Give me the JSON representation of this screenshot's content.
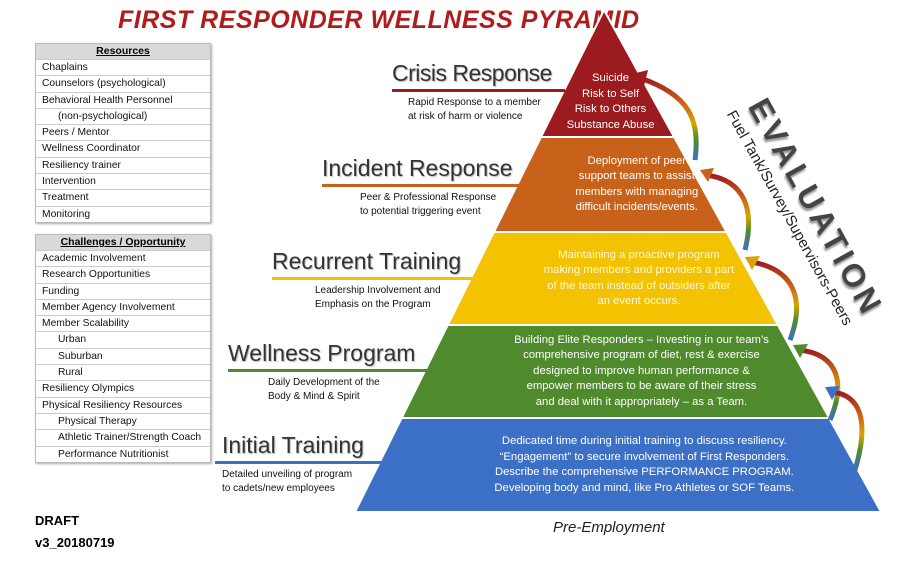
{
  "title": "FIRST RESPONDER WELLNESS PYRAMID",
  "resources": {
    "header": "Resources",
    "items": [
      {
        "label": "Chaplains",
        "indent": false
      },
      {
        "label": "Counselors (psychological)",
        "indent": false
      },
      {
        "label": "Behavioral Health Personnel",
        "indent": false
      },
      {
        "label": "(non-psychological)",
        "indent": true
      },
      {
        "label": "Peers / Mentor",
        "indent": false
      },
      {
        "label": "Wellness Coordinator",
        "indent": false
      },
      {
        "label": "Resiliency trainer",
        "indent": false
      },
      {
        "label": "Intervention",
        "indent": false
      },
      {
        "label": "Treatment",
        "indent": false
      },
      {
        "label": "Monitoring",
        "indent": false
      }
    ]
  },
  "challenges": {
    "header": "Challenges / Opportunity",
    "items": [
      {
        "label": "Academic Involvement",
        "indent": false
      },
      {
        "label": "Research Opportunities",
        "indent": false
      },
      {
        "label": "Funding",
        "indent": false
      },
      {
        "label": "Member Agency Involvement",
        "indent": false
      },
      {
        "label": "Member Scalability",
        "indent": false
      },
      {
        "label": "Urban",
        "indent": true
      },
      {
        "label": "Suburban",
        "indent": true
      },
      {
        "label": "Rural",
        "indent": true
      },
      {
        "label": "Resiliency Olympics",
        "indent": false
      },
      {
        "label": "Physical Resiliency Resources",
        "indent": false
      },
      {
        "label": "Physical Therapy",
        "indent": true
      },
      {
        "label": "Athletic Trainer/Strength Coach",
        "indent": true
      },
      {
        "label": "Performance Nutritionist",
        "indent": true
      }
    ]
  },
  "tiers": [
    {
      "heading": "Crisis Response",
      "desc": [
        "Rapid Response to a member",
        "at risk of harm or violence"
      ],
      "body": [
        "Suicide",
        "Risk to Self",
        "Risk to Others",
        "Substance Abuse"
      ],
      "color": "#9c1b1f"
    },
    {
      "heading": "Incident Response",
      "desc": [
        "Peer & Professional Response",
        "to potential triggering event"
      ],
      "body": [
        "Deployment of peer",
        "support teams to assist",
        "members with managing",
        "difficult incidents/events."
      ],
      "color": "#c8621a"
    },
    {
      "heading": "Recurrent Training",
      "desc": [
        "Leadership Involvement and",
        "Emphasis on the Program"
      ],
      "body": [
        "Maintaining a proactive program",
        "making members and providers a part",
        "of the team instead of outsiders after",
        "an event occurs."
      ],
      "color": "#f3c200"
    },
    {
      "heading": "Wellness Program",
      "desc": [
        "Daily Development of the",
        "Body & Mind & Spirit"
      ],
      "body": [
        "Building Elite Responders – Investing in our team’s",
        "comprehensive program of diet, rest & exercise",
        "designed to improve human performance &",
        "empower members to be aware of their stress",
        "and deal with it appropriately – as a Team."
      ],
      "color": "#4f8a2c"
    },
    {
      "heading": "Initial Training",
      "desc": [
        "Detailed unveiling of program",
        "to cadets/new employees"
      ],
      "body": [
        "Dedicated time during initial training to discuss resiliency.",
        "“Engagement” to secure involvement of First Responders.",
        "Describe the comprehensive PERFORMANCE PROGRAM.",
        "Developing body and mind, like Pro Athletes or SOF Teams."
      ],
      "color": "#3c6fc6"
    }
  ],
  "evaluation": {
    "title": "EVALUATION",
    "subtitle": "Fuel Tank/Survey/Supervisors-Peers"
  },
  "footer": {
    "draft": "DRAFT",
    "version": "v3_20180719",
    "base_label": "Pre-Employment"
  }
}
